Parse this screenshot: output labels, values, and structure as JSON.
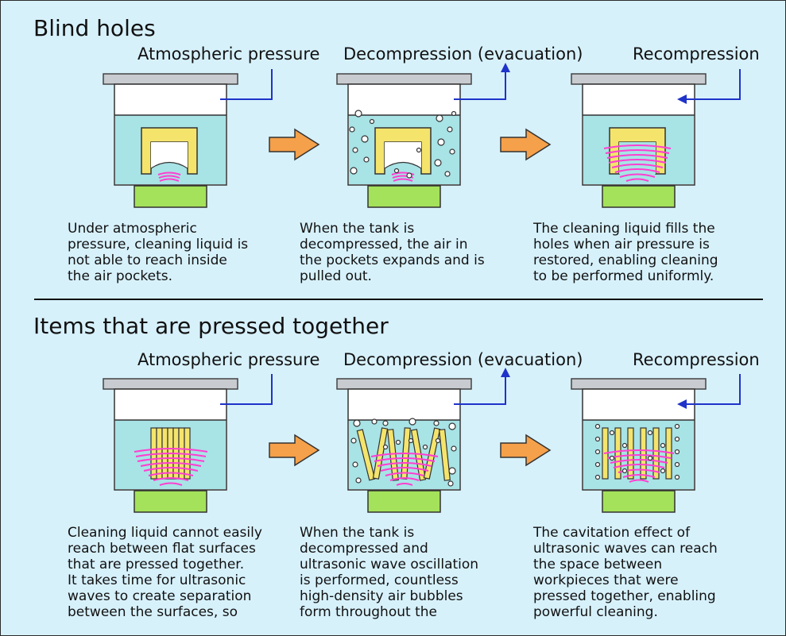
{
  "sections": [
    {
      "title": "Blind holes",
      "stages": [
        {
          "label": "Atmospheric pressure",
          "caption": [
            "Under atmospheric",
            "pressure, cleaning liquid is",
            "not able to reach inside",
            "the air pockets."
          ]
        },
        {
          "label": "Decompression (evacuation)",
          "caption": [
            "When the tank is",
            "decompressed, the air in",
            "the pockets expands and is",
            "pulled out."
          ]
        },
        {
          "label": "Recompression",
          "caption": [
            "The cleaning liquid fills the",
            "holes when air pressure is",
            "restored, enabling cleaning",
            "to be performed uniformly."
          ]
        }
      ]
    },
    {
      "title": "Items that are pressed together",
      "stages": [
        {
          "label": "Atmospheric pressure",
          "caption": [
            "Cleaning liquid cannot easily",
            "reach between flat surfaces",
            "that are pressed together.",
            "It takes time for ultrasonic",
            "waves to create separation",
            "between the surfaces, so"
          ]
        },
        {
          "label": "Decompression (evacuation)",
          "caption": [
            "When the tank is",
            "decompressed and",
            "ultrasonic wave oscillation",
            "is performed, countless",
            "high-density air bubbles",
            "form throughout the"
          ]
        },
        {
          "label": "Recompression",
          "caption": [
            "The cavitation effect of",
            "ultrasonic waves can reach",
            "the space between",
            "workpieces that were",
            "pressed together, enabling",
            "powerful cleaning."
          ]
        }
      ]
    }
  ],
  "colors": {
    "background": "#d7f1fb",
    "liquid": "#a8e3e6",
    "workpiece": "#f4e46c",
    "transducer": "#a3e25a",
    "ultrasonic_wave": "#ff3fd0",
    "air_line": "#1f33c9",
    "arrow": "#f5a04a",
    "lid": "#c8cbcf"
  }
}
